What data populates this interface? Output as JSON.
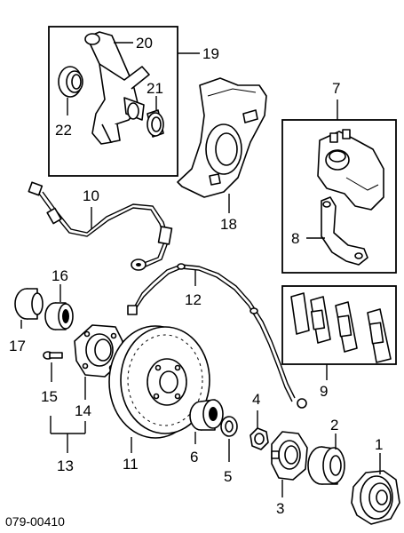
{
  "labels": {
    "l1": "1",
    "l2": "2",
    "l3": "3",
    "l4": "4",
    "l5": "5",
    "l6": "6",
    "l7": "7",
    "l8": "8",
    "l9": "9",
    "l10": "10",
    "l11": "11",
    "l12": "12",
    "l13": "13",
    "l14": "14",
    "l15": "15",
    "l16": "16",
    "l17": "17",
    "l18": "18",
    "l19": "19",
    "l20": "20",
    "l21": "21",
    "l22": "22"
  },
  "footer": {
    "code": "079-00410"
  }
}
